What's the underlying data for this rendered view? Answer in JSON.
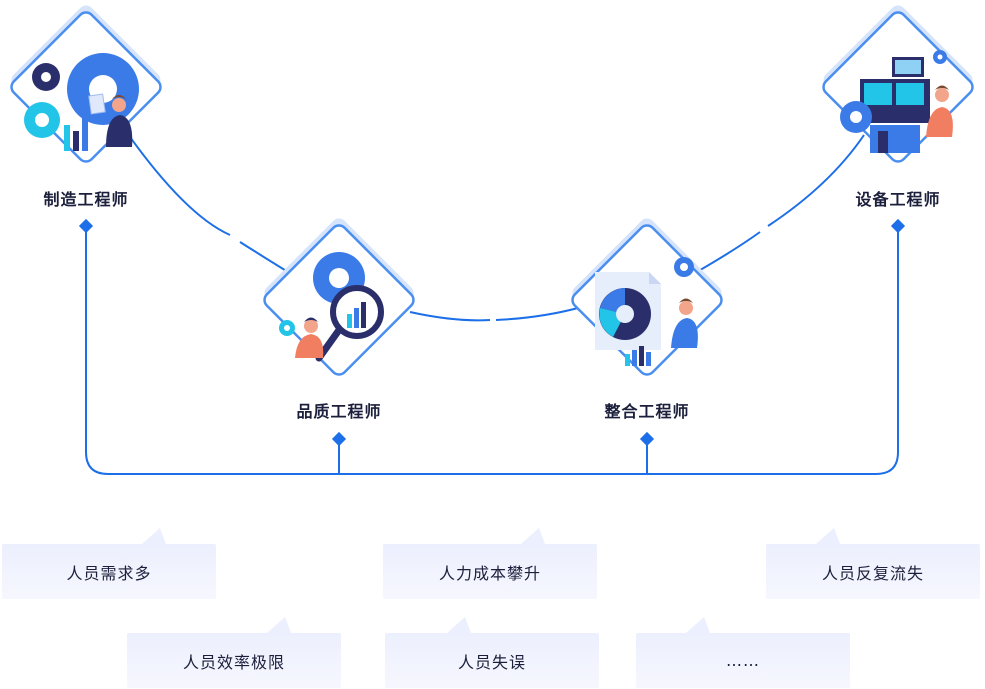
{
  "roles": {
    "manufacturing": "制造工程师",
    "quality": "品质工程师",
    "integration": "整合工程师",
    "equipment": "设备工程师"
  },
  "problems": {
    "p1": "人员需求多",
    "p2": "人力成本攀升",
    "p3": "人员反复流失",
    "p4": "人员效率极限",
    "p5": "人员失误",
    "p6": "……"
  },
  "colors": {
    "accent": "#1c6fe8",
    "tile_border": "#4a8ef0",
    "tile_shadow": "#d6e4fb",
    "bubble_bg": "#eceffd",
    "text": "#1b1f3b"
  }
}
